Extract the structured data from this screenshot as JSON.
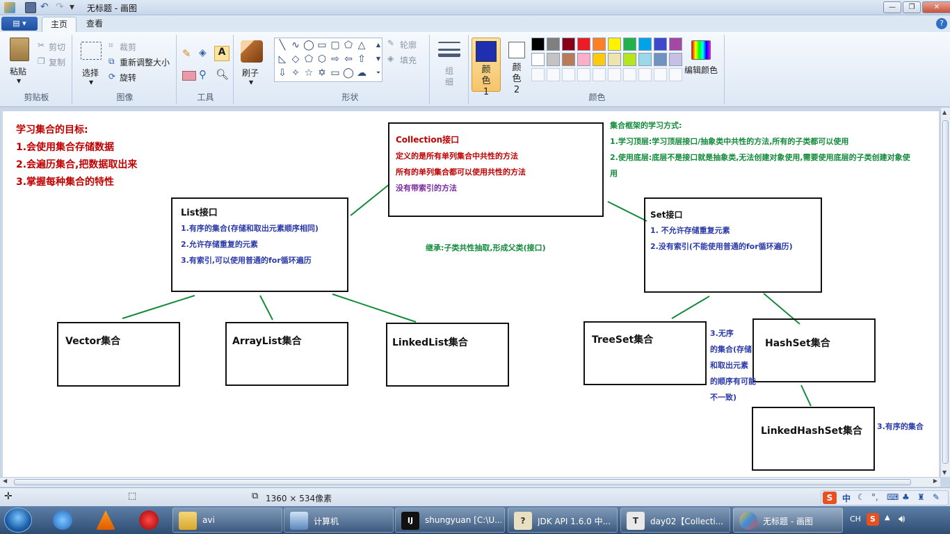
{
  "window": {
    "title": "无标题 - 画图"
  },
  "ribbon": {
    "tabs": [
      "主页",
      "查看"
    ],
    "clipboard": {
      "paste": "粘贴",
      "cut": "剪切",
      "copy": "复制",
      "label": "剪贴板"
    },
    "image": {
      "select": "选择",
      "crop": "裁剪",
      "resize": "重新调整大小",
      "rotate": "旋转",
      "label": "图像"
    },
    "tools": {
      "label": "工具"
    },
    "brushes": {
      "label": "刷子"
    },
    "shapes": {
      "outline": "轮廓",
      "fill": "填充",
      "label": "形状"
    },
    "size": {
      "label": "组细"
    },
    "colors": {
      "color1": "颜色 1",
      "color2": "颜色 2",
      "edit": "编辑颜色",
      "label": "颜色",
      "color1_value": "#1f2fb0",
      "color2_value": "#ffffff",
      "palette_row1": [
        "#000000",
        "#7f7f7f",
        "#880015",
        "#ed1c24",
        "#ff7f27",
        "#fff200",
        "#22b14c",
        "#00a2e8",
        "#3f48cc",
        "#a349a4"
      ],
      "palette_row2": [
        "#ffffff",
        "#c3c3c3",
        "#b97a57",
        "#ffaec9",
        "#ffc90e",
        "#efe4b0",
        "#b5e61d",
        "#99d9ea",
        "#7092be",
        "#c8bfe7"
      ]
    }
  },
  "drawing": {
    "goals": {
      "title": "学习集合的目标:",
      "items": [
        "1.会使用集合存储数据",
        "2.会遍历集合,把数据取出来",
        "3.掌握每种集合的特性"
      ]
    },
    "collection": {
      "title": "Collection接口",
      "lines": [
        "定义的是所有单列集合中共性的方法",
        "所有的单列集合都可以使用共性的方法"
      ],
      "note": "没有带索引的方法"
    },
    "method": {
      "title": "集合框架的学习方式:",
      "line1": "1.学习顶层:学习顶层接口/抽象类中共性的方法,所有的子类都可以使用",
      "line2a": "2.使用底层:底层不是接口就是抽象类,无法创建对象使用,需要使用底层的子类创建对象使",
      "line2b": "用"
    },
    "list": {
      "title": "List接口",
      "items": [
        "1.有序的集合(存储和取出元素顺序相同)",
        "2.允许存储重复的元素",
        "3.有索引,可以使用普通的for循环遍历"
      ]
    },
    "inherit": "继承:子类共性抽取,形成父类(接口)",
    "set": {
      "title": "Set接口",
      "items": [
        "1. 不允许存储重复元素",
        "2.没有索引(不能使用普通的for循环遍历)"
      ]
    },
    "vector": "Vector集合",
    "arraylist": "ArrayList集合",
    "linkedlist": "LinkedList集合",
    "treeset": "TreeSet集合",
    "hashset": "HashSet集合",
    "hashset_note": [
      "3.无序",
      "的集合(存储",
      "和取出元素",
      "的顺序有可能",
      "不一致)"
    ],
    "linkedhashset": "LinkedHashSet集合",
    "linkedhashset_note": "3.有序的集合"
  },
  "status": {
    "size": "1360 × 534像素"
  },
  "taskbar": {
    "items": [
      "avi",
      "计算机",
      "shungyuan [C:\\U...",
      "JDK API 1.6.0 中...",
      "day02【Collecti...",
      "无标题 - 画图"
    ],
    "tray_lang": "CH"
  }
}
